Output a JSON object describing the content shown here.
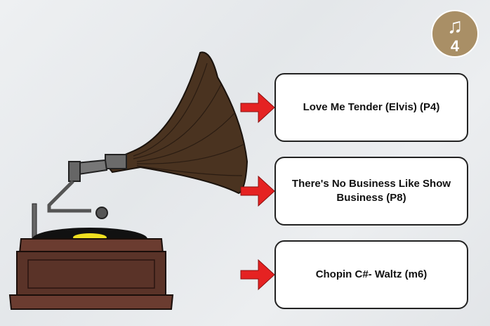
{
  "badge": {
    "icon": "music-note-icon",
    "number": "4",
    "color": "#a98f66"
  },
  "items": [
    {
      "label": "Love Me Tender (Elvis) (P4)"
    },
    {
      "label": "There's No Business Like Show Business (P8)"
    },
    {
      "label": "Chopin C#- Waltz (m6)"
    }
  ],
  "colors": {
    "arrow": "#e52222",
    "wood": "#5a3328",
    "horn": "#4a3320"
  }
}
